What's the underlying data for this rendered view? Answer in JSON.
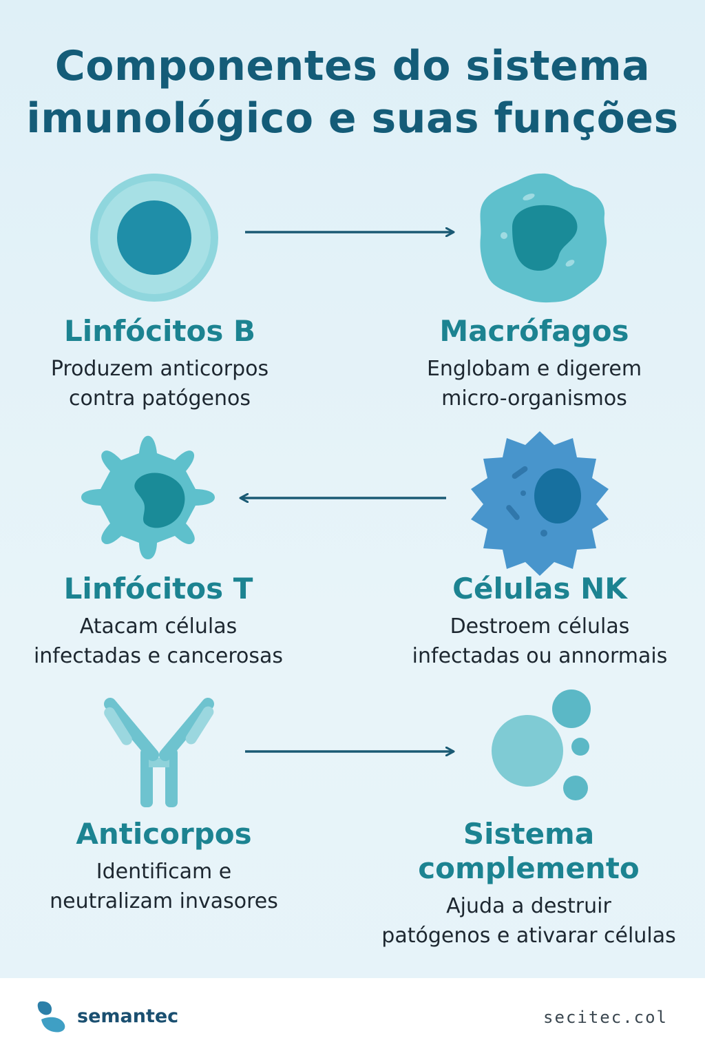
{
  "title": {
    "line1": "Componentes do sistema",
    "line2": "imunológico e suas funções"
  },
  "components": [
    {
      "name": "Linfócitos B",
      "desc_line1": "Produzem anticorpos",
      "desc_line2": "contra patógenos",
      "icon": "b-lymphocyte-icon"
    },
    {
      "name": "Macrófagos",
      "desc_line1": "Englobam e digerem",
      "desc_line2": "micro-organismos",
      "icon": "macrophage-icon"
    },
    {
      "name": "Linfócitos T",
      "desc_line1": "Atacam células",
      "desc_line2": "infectadas e cancerosas",
      "icon": "t-lymphocyte-icon"
    },
    {
      "name": "Células NK",
      "desc_line1": "Destroem células",
      "desc_line2": "infectadas ou annormais",
      "icon": "nk-cell-icon"
    },
    {
      "name": "Anticorpos",
      "desc_line1": "Identificam e",
      "desc_line2": "neutralizam invasores",
      "icon": "antibody-icon"
    },
    {
      "name_line1": "Sistema",
      "name_line2": "complemento",
      "desc_line1": "Ajuda a destruir",
      "desc_line2": "patógenos e ativarar células",
      "icon": "complement-system-icon"
    }
  ],
  "footer": {
    "brand": "semantec",
    "domain": "secitec.col",
    "logo_icon": "semantec-logo-icon"
  },
  "colors": {
    "title": "#145c78",
    "heading": "#1c8391",
    "body_text": "#1d2730",
    "arrow": "#1a5a74",
    "background": "#e3f2f8"
  }
}
